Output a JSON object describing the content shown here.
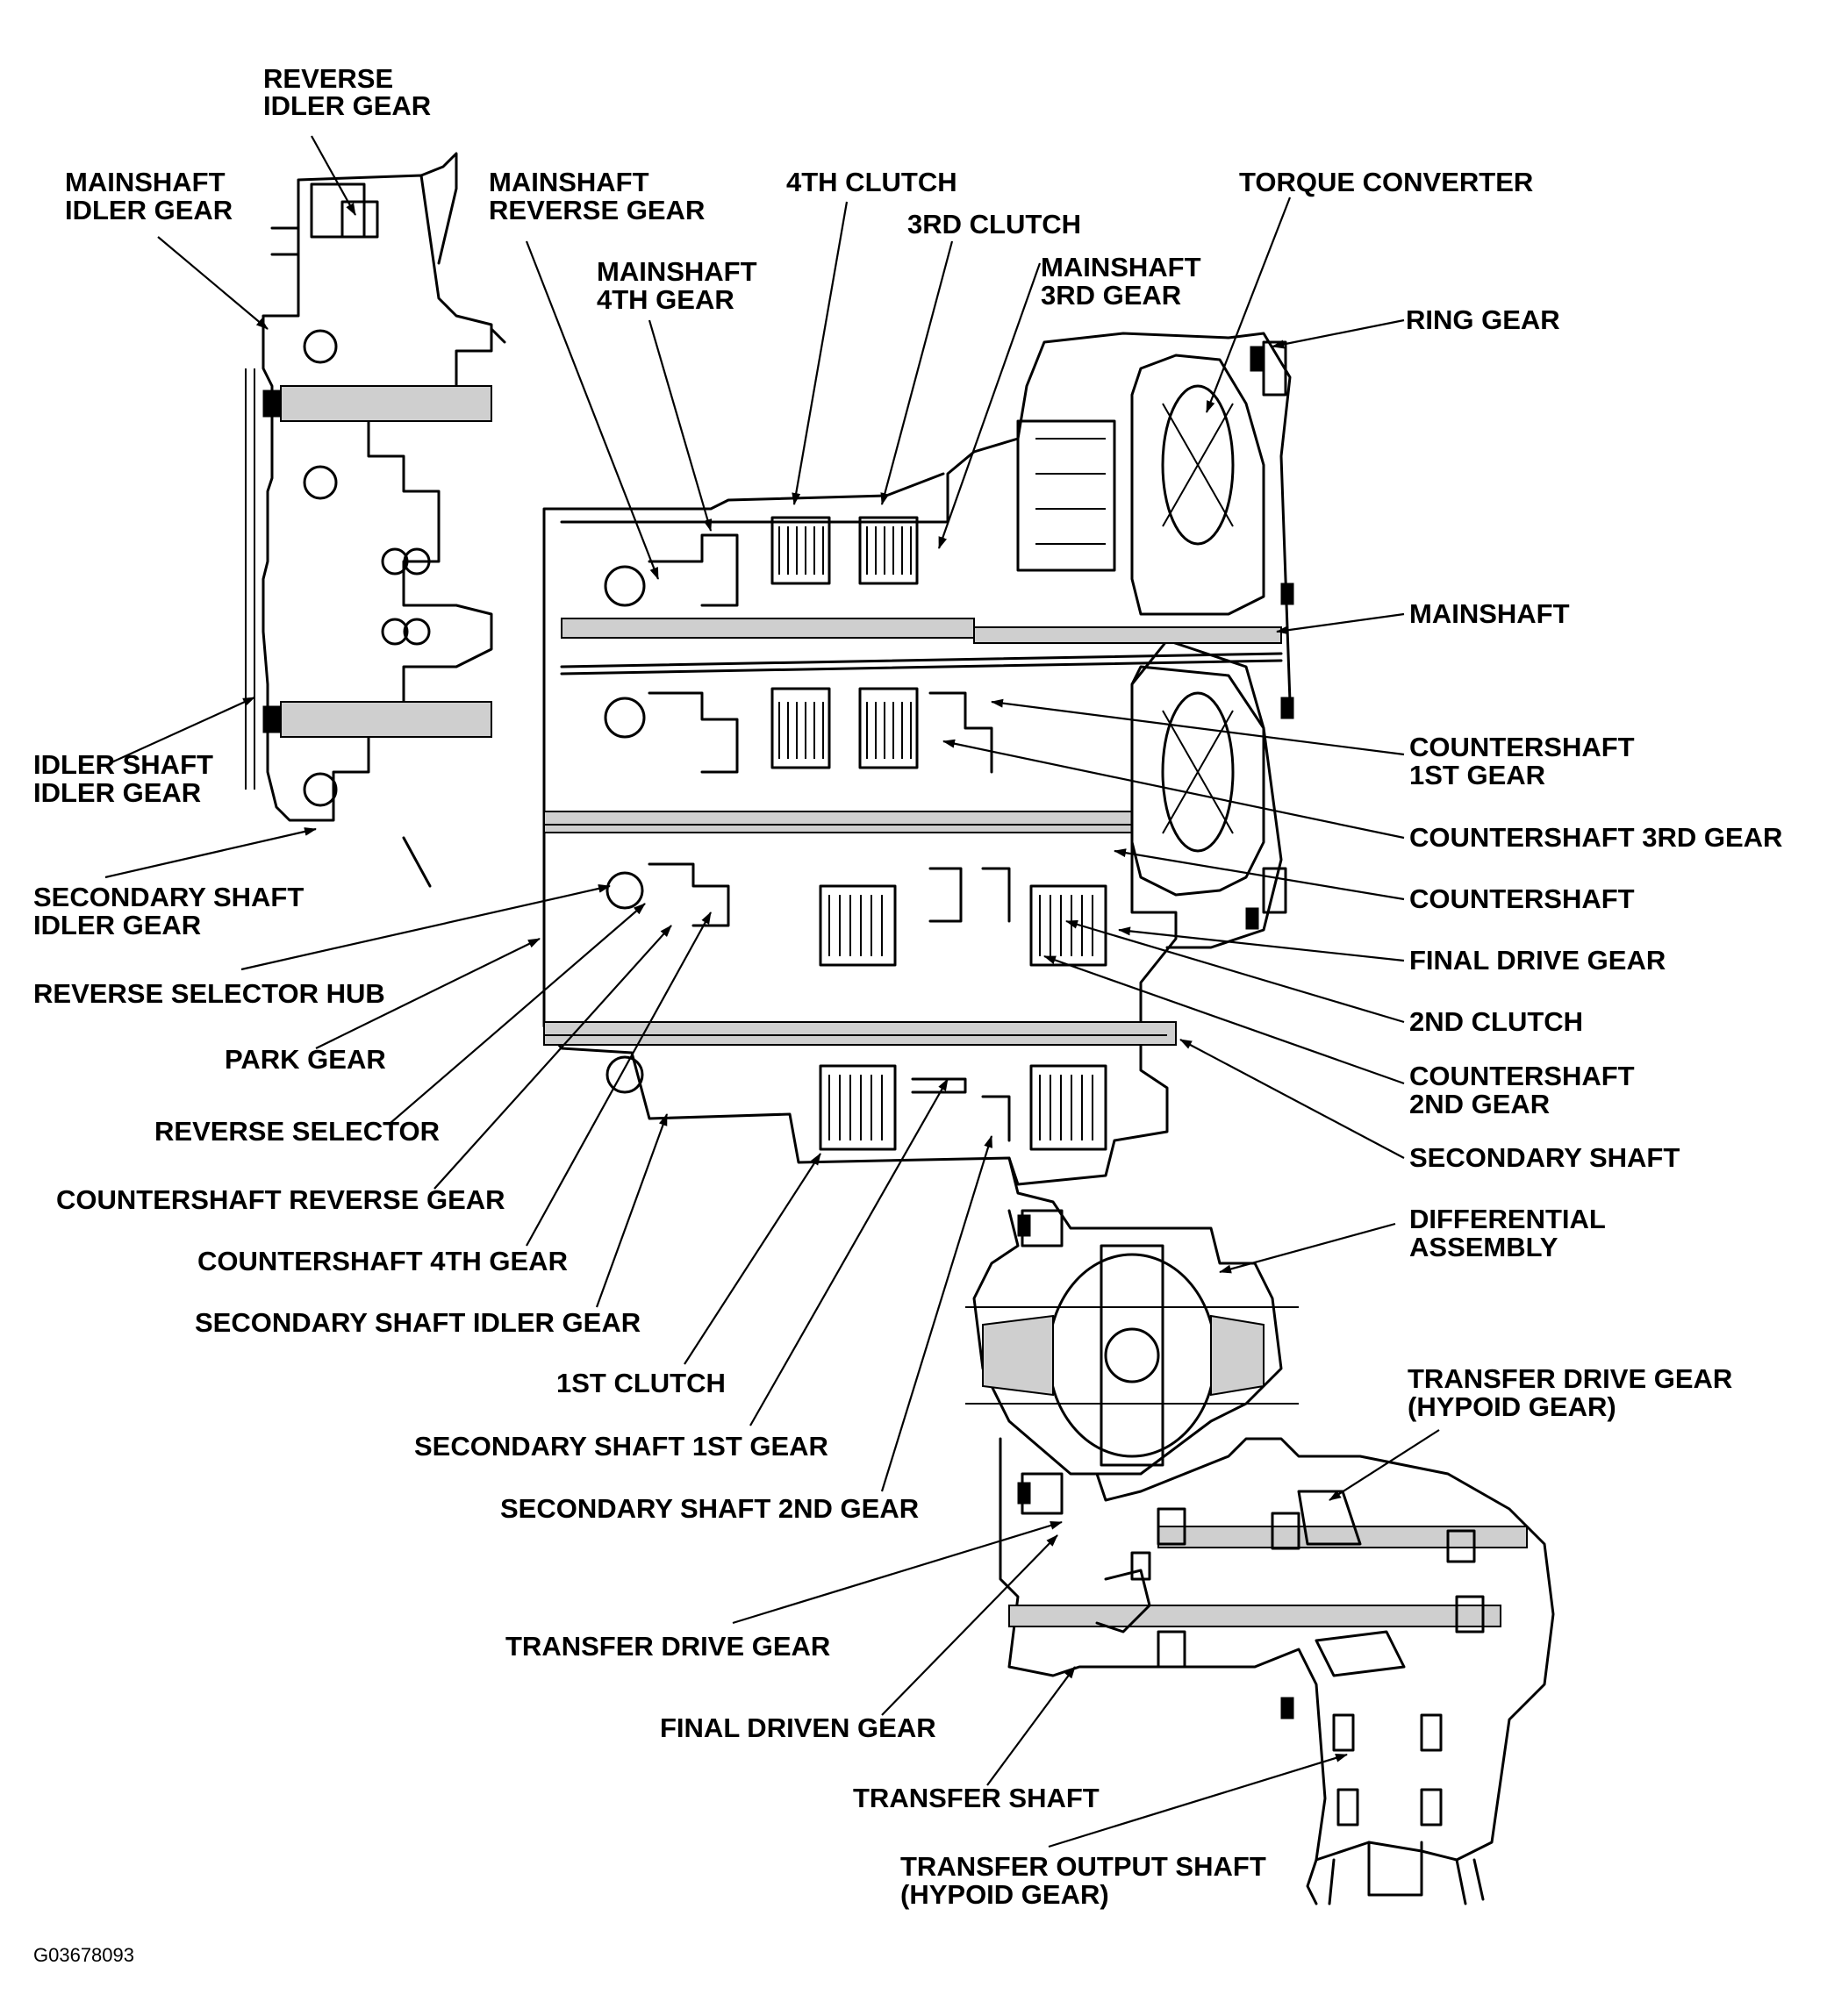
{
  "figure_code": "G03678093",
  "labels": {
    "reverse_idler_gear": [
      "REVERSE",
      "IDLER GEAR"
    ],
    "mainshaft_idler_gear": [
      "MAINSHAFT",
      "IDLER GEAR"
    ],
    "mainshaft_reverse_gear": [
      "MAINSHAFT",
      "REVERSE GEAR"
    ],
    "mainshaft_4th_gear": [
      "MAINSHAFT",
      "4TH GEAR"
    ],
    "clutch_4th": [
      "4TH CLUTCH"
    ],
    "clutch_3rd": [
      "3RD CLUTCH"
    ],
    "mainshaft_3rd_gear": [
      "MAINSHAFT",
      "3RD GEAR"
    ],
    "torque_converter": [
      "TORQUE CONVERTER"
    ],
    "ring_gear": [
      "RING GEAR"
    ],
    "mainshaft": [
      "MAINSHAFT"
    ],
    "countershaft_1st_gear": [
      "COUNTERSHAFT",
      "1ST GEAR"
    ],
    "countershaft_3rd_gear": [
      "COUNTERSHAFT 3RD GEAR"
    ],
    "countershaft": [
      "COUNTERSHAFT"
    ],
    "final_drive_gear": [
      "FINAL DRIVE GEAR"
    ],
    "clutch_2nd": [
      "2ND CLUTCH"
    ],
    "countershaft_2nd_gear": [
      "COUNTERSHAFT",
      "2ND GEAR"
    ],
    "secondary_shaft": [
      "SECONDARY SHAFT"
    ],
    "differential_assembly": [
      "DIFFERENTIAL",
      "ASSEMBLY"
    ],
    "transfer_drive_gear_hypoid": [
      "TRANSFER DRIVE GEAR",
      "(HYPOID GEAR)"
    ],
    "idler_shaft_idler_gear": [
      "IDLER SHAFT",
      "IDLER GEAR"
    ],
    "secondary_shaft_idler_gear_left": [
      "SECONDARY SHAFT",
      "IDLER GEAR"
    ],
    "reverse_selector_hub": [
      "REVERSE SELECTOR HUB"
    ],
    "park_gear": [
      "PARK GEAR"
    ],
    "reverse_selector": [
      "REVERSE SELECTOR"
    ],
    "countershaft_reverse_gear": [
      "COUNTERSHAFT REVERSE GEAR"
    ],
    "countershaft_4th_gear": [
      "COUNTERSHAFT 4TH GEAR"
    ],
    "secondary_shaft_idler_gear": [
      "SECONDARY SHAFT IDLER GEAR"
    ],
    "clutch_1st": [
      "1ST CLUTCH"
    ],
    "secondary_shaft_1st_gear": [
      "SECONDARY SHAFT 1ST GEAR"
    ],
    "secondary_shaft_2nd_gear": [
      "SECONDARY SHAFT 2ND GEAR"
    ],
    "transfer_drive_gear": [
      "TRANSFER DRIVE GEAR"
    ],
    "final_driven_gear": [
      "FINAL DRIVEN GEAR"
    ],
    "transfer_shaft": [
      "TRANSFER SHAFT"
    ],
    "transfer_output_shaft": [
      "TRANSFER OUTPUT SHAFT",
      "(HYPOID GEAR)"
    ]
  }
}
